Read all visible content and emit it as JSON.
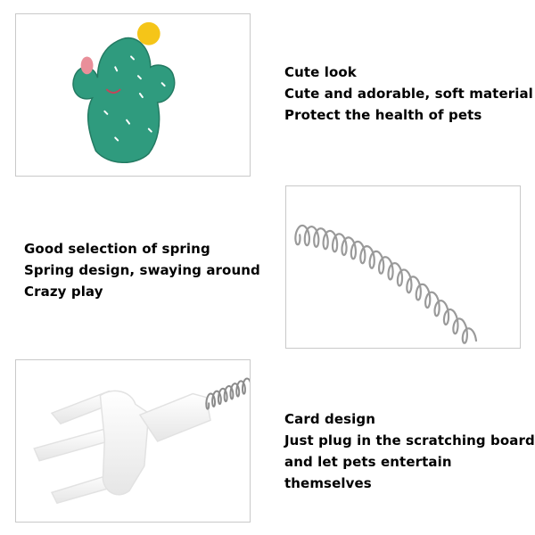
{
  "sections": [
    {
      "heading": "Cute look",
      "lines": [
        "Cute and adorable, soft material",
        "Protect the health of pets"
      ],
      "image_icon": "cactus-plush-icon"
    },
    {
      "heading": "Good selection of spring",
      "lines": [
        "Spring design, swaying around",
        "Crazy play"
      ],
      "image_icon": "spring-icon"
    },
    {
      "heading": "Card design",
      "lines": [
        "Just plug in the scratching board",
        "and let pets entertain",
        "themselves"
      ],
      "image_icon": "plug-card-icon"
    }
  ],
  "colors": {
    "cactus_green": "#2f9b7e",
    "pom_yellow": "#f5c518",
    "spring_metal": "#9a9a9a"
  }
}
